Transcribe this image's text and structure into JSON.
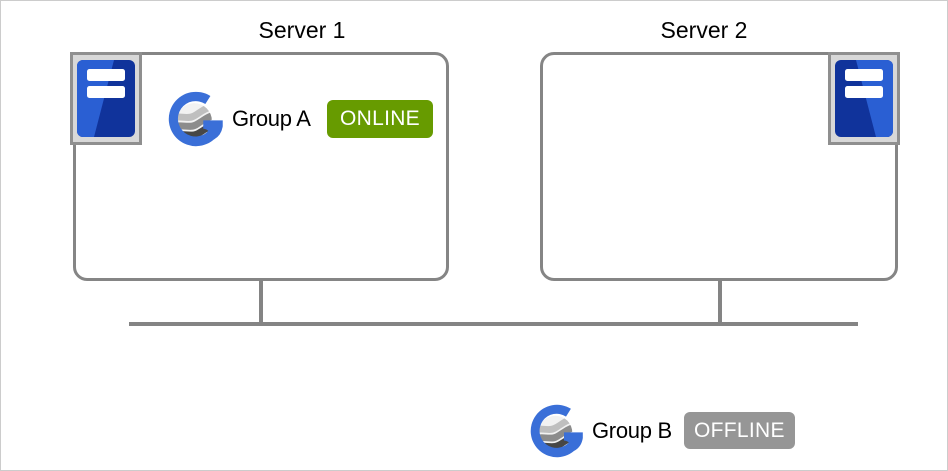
{
  "diagram": {
    "servers": [
      {
        "title": "Server 1",
        "group": {
          "name": "Group A",
          "status": "ONLINE"
        }
      },
      {
        "title": "Server 2"
      }
    ],
    "offline_group": {
      "name": "Group B",
      "status": "OFFLINE"
    }
  },
  "icons": {
    "server": "server-tower-icon",
    "group": "group-logo-icon"
  },
  "colors": {
    "online_badge": "#679b00",
    "offline_badge": "#969696",
    "logo_blue": "#3a6fd8",
    "server_icon_dark_blue": "#10339b",
    "server_icon_light_blue": "#2a5fd3",
    "server_icon_frame": "#d8d8d8",
    "box_border": "#858585",
    "connector_line": "#848484",
    "canvas_border": "#cccccc"
  }
}
